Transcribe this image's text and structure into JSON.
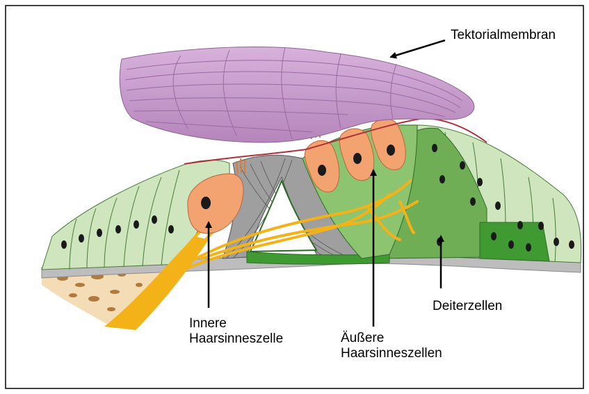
{
  "labels": {
    "tektorialmembran": "Tektorialmembran",
    "innere_line1": "Innere",
    "innere_line2": "Haarsinneszelle",
    "aeussere_line1": "Äußere",
    "aeussere_line2": "Haarsinneszellen",
    "deiterzellen": "Deiterzellen"
  },
  "colors": {
    "membrane": "#c49ac9",
    "membrane_line": "#9a6aa3",
    "light_green": "#cfe5bd",
    "mid_green": "#8cc46f",
    "dark_green": "#3f9a32",
    "hair_cell": "#f3a36f",
    "nerve": "#f3b318",
    "bone": "#f3dcb6",
    "bone_spot": "#b07a3d",
    "basilar": "#bdbdbd",
    "nucleus": "#1a1a1a"
  }
}
